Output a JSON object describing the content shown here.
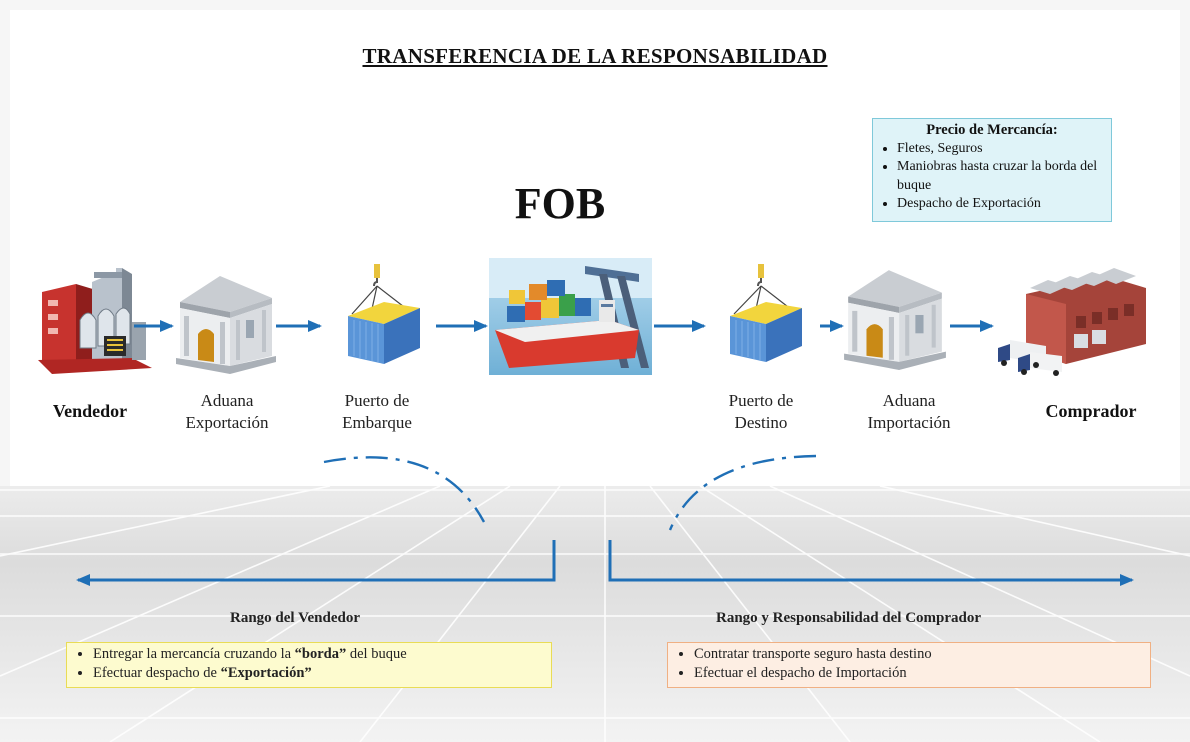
{
  "title": "TRANSFERENCIA DE LA RESPONSABILIDAD",
  "incoterm": "FOB",
  "price_box": {
    "heading": "Precio de Mercancía:",
    "items": [
      "Fletes, Seguros",
      "Maniobras hasta cruzar la borda del buque",
      "Despacho de Exportación"
    ]
  },
  "nodes": {
    "seller": {
      "label": "Vendedor",
      "icon": "factory-icon"
    },
    "export_customs": {
      "label_line1": "Aduana",
      "label_line2": "Exportación",
      "icon": "customs-building-icon"
    },
    "loading_port": {
      "label_line1": "Puerto de",
      "label_line2": "Embarque",
      "icon": "container-crane-icon"
    },
    "ship": {
      "icon": "cargo-ship-icon"
    },
    "destination_port": {
      "label_line1": "Puerto de",
      "label_line2": "Destino",
      "icon": "container-crane-icon"
    },
    "import_customs": {
      "label_line1": "Aduana",
      "label_line2": "Importación",
      "icon": "customs-building-icon"
    },
    "buyer": {
      "label": "Comprador",
      "icon": "warehouse-trucks-icon"
    }
  },
  "seller_range": {
    "title": "Rango del Vendedor",
    "items": [
      {
        "pre": "Entregar la mercancía cruzando la ",
        "bold": "“borda”",
        "post": " del buque"
      },
      {
        "pre": "Efectuar despacho de ",
        "bold": "“Exportación”",
        "post": ""
      }
    ]
  },
  "buyer_range": {
    "title": "Rango y Responsabilidad del Comprador",
    "items": [
      "Contratar transporte seguro hasta destino",
      "Efectuar el despacho de Importación"
    ]
  },
  "colors": {
    "arrow": "#1f6fb6",
    "price_box_bg": "#dff3f8",
    "seller_box_bg": "#fdfbcf",
    "buyer_box_bg": "#fdeee3"
  }
}
